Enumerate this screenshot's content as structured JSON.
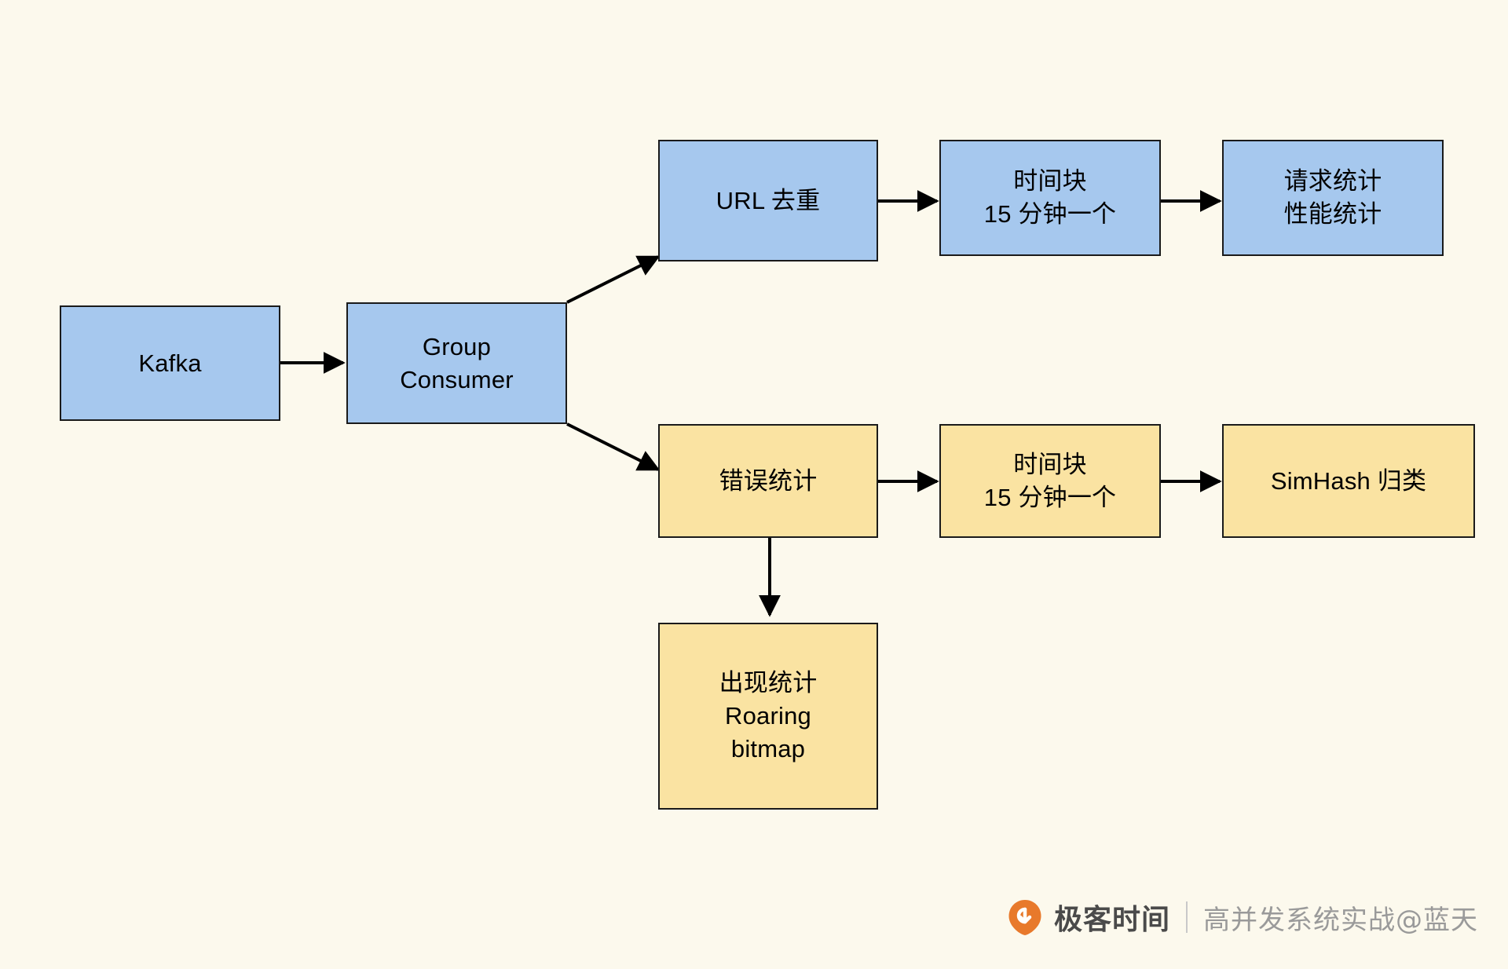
{
  "diagram": {
    "background_color": "#FCF9ED",
    "node_fill_blue": "#A6C8EE",
    "node_fill_yellow": "#FAE3A2",
    "node_stroke": "#1A1A1A",
    "nodes": [
      {
        "id": "kafka",
        "lines": [
          "Kafka"
        ],
        "color": "blue"
      },
      {
        "id": "group-consumer",
        "lines": [
          "Group",
          "Consumer"
        ],
        "color": "blue"
      },
      {
        "id": "url-dedup",
        "lines": [
          "URL 去重"
        ],
        "color": "blue"
      },
      {
        "id": "time-block-top",
        "lines": [
          "时间块",
          "15 分钟一个"
        ],
        "color": "blue"
      },
      {
        "id": "request-perf-stats",
        "lines": [
          "请求统计",
          "性能统计"
        ],
        "color": "blue"
      },
      {
        "id": "error-stats",
        "lines": [
          "错误统计"
        ],
        "color": "yellow"
      },
      {
        "id": "time-block-mid",
        "lines": [
          "时间块",
          "15 分钟一个"
        ],
        "color": "yellow"
      },
      {
        "id": "simhash",
        "lines": [
          "SimHash 归类"
        ],
        "color": "yellow"
      },
      {
        "id": "occurrence-stats",
        "lines": [
          "出现统计",
          "Roaring",
          "bitmap"
        ],
        "color": "yellow"
      }
    ],
    "edges": [
      {
        "from": "kafka",
        "to": "group-consumer"
      },
      {
        "from": "group-consumer",
        "to": "url-dedup"
      },
      {
        "from": "group-consumer",
        "to": "error-stats"
      },
      {
        "from": "url-dedup",
        "to": "time-block-top"
      },
      {
        "from": "time-block-top",
        "to": "request-perf-stats"
      },
      {
        "from": "error-stats",
        "to": "time-block-mid"
      },
      {
        "from": "time-block-mid",
        "to": "simhash"
      },
      {
        "from": "error-stats",
        "to": "occurrence-stats"
      }
    ]
  },
  "watermark": {
    "brand": "极客时间",
    "course": "高并发系统实战@蓝天",
    "logo_color": "#E8792B"
  }
}
